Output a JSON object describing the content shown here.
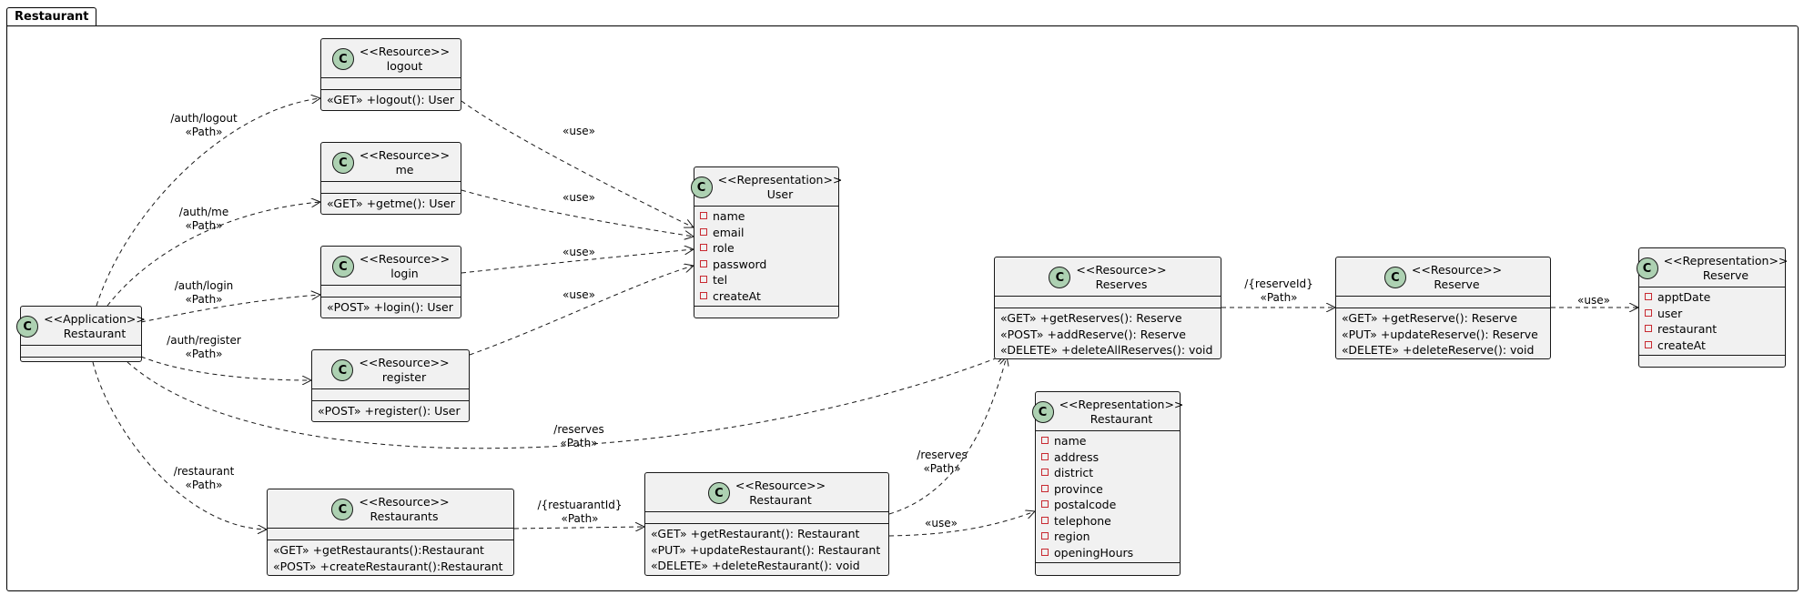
{
  "package": {
    "name": "Restaurant"
  },
  "classes": {
    "app": {
      "stereotype": "<<Application>>",
      "name": "Restaurant",
      "members": []
    },
    "logout": {
      "stereotype": "<<Resource>>",
      "name": "logout",
      "methods": [
        "«GET» +logout(): User"
      ]
    },
    "me": {
      "stereotype": "<<Resource>>",
      "name": "me",
      "methods": [
        "«GET» +getme(): User"
      ]
    },
    "login": {
      "stereotype": "<<Resource>>",
      "name": "login",
      "methods": [
        "«POST» +login(): User"
      ]
    },
    "register": {
      "stereotype": "<<Resource>>",
      "name": "register",
      "methods": [
        "«POST» +register(): User"
      ]
    },
    "user_rep": {
      "stereotype": "<<Representation>>",
      "name": "User",
      "fields": [
        "name",
        "email",
        "role",
        "password",
        "tel",
        "createAt"
      ]
    },
    "reserves": {
      "stereotype": "<<Resource>>",
      "name": "Reserves",
      "methods": [
        "«GET» +getReserves(): Reserve",
        "«POST» +addReserve(): Reserve",
        "«DELETE» +deleteAllReserves(): void"
      ]
    },
    "reserve": {
      "stereotype": "<<Resource>>",
      "name": "Reserve",
      "methods": [
        "«GET» +getReserve(): Reserve",
        "«PUT» +updateReserve(): Reserve",
        "«DELETE» +deleteReserve(): void"
      ]
    },
    "reserve_rep": {
      "stereotype": "<<Representation>>",
      "name": "Reserve",
      "fields": [
        "apptDate",
        "user",
        "restaurant",
        "createAt"
      ]
    },
    "restaurants": {
      "stereotype": "<<Resource>>",
      "name": "Restaurants",
      "methods": [
        "«GET» +getRestaurants():Restaurant",
        "«POST» +createRestaurant():Restaurant"
      ]
    },
    "restaurant_res": {
      "stereotype": "<<Resource>>",
      "name": "Restaurant",
      "methods": [
        "«GET» +getRestaurant(): Restaurant",
        "«PUT» +updateRestaurant(): Restaurant",
        "«DELETE» +deleteRestaurant(): void"
      ]
    },
    "restaurant_rep": {
      "stereotype": "<<Representation>>",
      "name": "Restaurant",
      "fields": [
        "name",
        "address",
        "district",
        "province",
        "postalcode",
        "telephone",
        "region",
        "openingHours"
      ]
    }
  },
  "edge_labels": {
    "auth_logout": [
      "/auth/logout",
      "«Path»"
    ],
    "auth_me": [
      "/auth/me",
      "«Path»"
    ],
    "auth_login": [
      "/auth/login",
      "«Path»"
    ],
    "auth_register": [
      "/auth/register",
      "«Path»"
    ],
    "reserves_path": [
      "/reserves",
      "«Path»"
    ],
    "restaurant_path": [
      "/restaurant",
      "«Path»"
    ],
    "restaurant_id": [
      "/{restuarantId}",
      "«Path»"
    ],
    "reserves_from_restaurant": [
      "/reserves",
      "«Path»"
    ],
    "reserve_id": [
      "/{reserveId}",
      "«Path»"
    ],
    "use": "«use»"
  },
  "class_glyph": "C"
}
